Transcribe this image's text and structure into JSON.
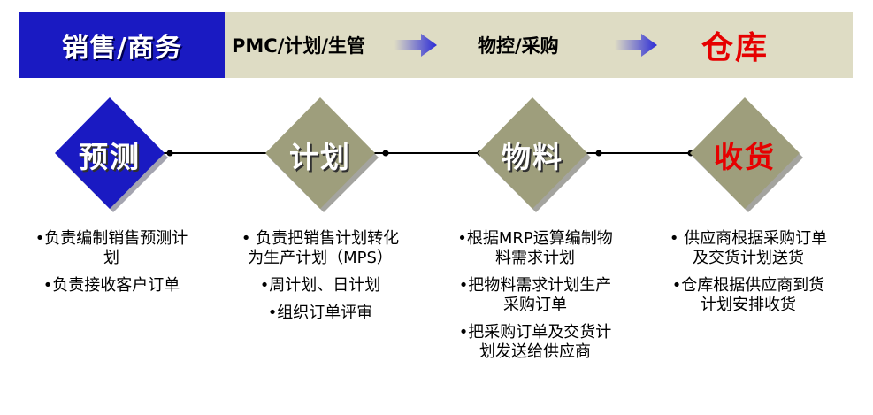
{
  "stages": {
    "sales": "销售/商务",
    "pmc": "PMC/计划/生管",
    "material_control": "物控/采购",
    "warehouse": "仓库"
  },
  "nodes": [
    {
      "label": "预测",
      "items": [
        "•负责编制销售预测计划",
        "•负责接收客户订单"
      ]
    },
    {
      "label": "计划",
      "items": [
        "• 负责把销售计划转化为生产计划（MPS）",
        "•周计划、日计划",
        "•组织订单评审"
      ]
    },
    {
      "label": "物料",
      "items": [
        "•根据MRP运算编制物料需求计划",
        "•把物料需求计划生产采购订单",
        "•把采购订单及交货计划发送给供应商"
      ]
    },
    {
      "label": "收货",
      "items": [
        "• 供应商根据采购订单及交货计划送货",
        "•仓库根据供应商到货计划安排收货"
      ]
    }
  ],
  "colors": {
    "banner_bg": "#dedcc4",
    "sales_bg": "#1a1ac2",
    "node_blue": "#1a1ac2",
    "node_olive": "#9e9e7c",
    "accent_red": "#e60000",
    "arrow_blue": "#2b2bd6"
  }
}
